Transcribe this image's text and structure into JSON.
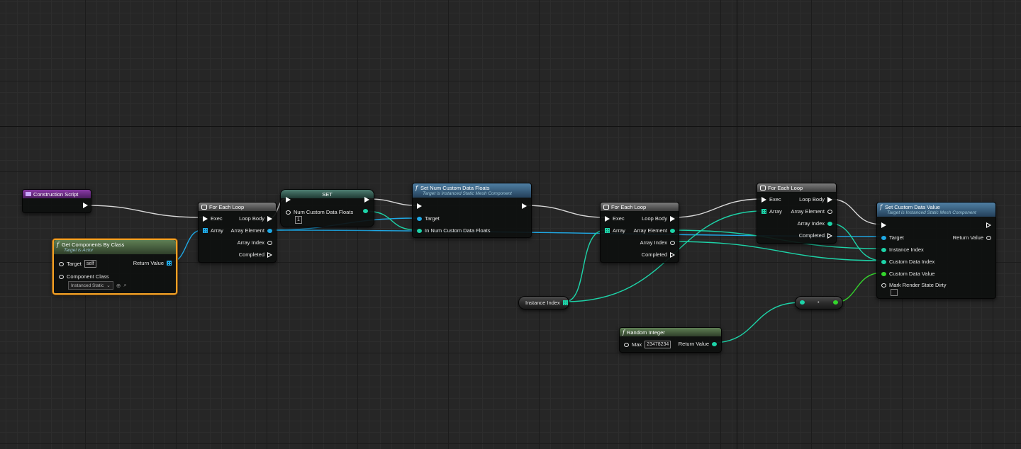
{
  "nodes": {
    "construction_script": {
      "title": "Construction Script"
    },
    "get_components": {
      "title": "Get Components By Class",
      "subtitle": "Target is Actor",
      "target_label": "Target",
      "target_value": "self",
      "component_class_label": "Component Class",
      "component_class_value": "Instanced Static",
      "return_label": "Return Value"
    },
    "foreach1": {
      "title": "For Each Loop",
      "exec": "Exec",
      "loop_body": "Loop Body",
      "array": "Array",
      "array_element": "Array Element",
      "array_index": "Array Index",
      "completed": "Completed"
    },
    "set_node": {
      "title": "SET",
      "pin_label": "Num Custom Data Floats",
      "pin_value": "1"
    },
    "set_num_custom": {
      "title": "Set Num Custom Data Floats",
      "subtitle": "Target is Instanced Static Mesh Component",
      "target": "Target",
      "in_num": "In Num Custom Data Floats"
    },
    "foreach2": {
      "title": "For Each Loop",
      "exec": "Exec",
      "loop_body": "Loop Body",
      "array": "Array",
      "array_element": "Array Element",
      "array_index": "Array Index",
      "completed": "Completed"
    },
    "foreach3": {
      "title": "For Each Loop",
      "exec": "Exec",
      "loop_body": "Loop Body",
      "array": "Array",
      "array_element": "Array Element",
      "array_index": "Array Index",
      "completed": "Completed"
    },
    "set_custom_data": {
      "title": "Set Custom Data Value",
      "subtitle": "Target is Instanced Static Mesh Component",
      "target": "Target",
      "return": "Return Value",
      "instance_index": "Instance Index",
      "custom_data_index": "Custom Data Index",
      "custom_data_value": "Custom Data Value",
      "mark_dirty": "Mark Render State Dirty"
    },
    "instance_index_var": {
      "label": "Instance Index"
    },
    "random_integer": {
      "title": "Random Integer",
      "max_label": "Max",
      "max_value": "23478234",
      "return": "Return Value"
    }
  },
  "colors": {
    "exec": "#ffffff",
    "int": "#1dd3a8",
    "object": "#1fa9e6",
    "float": "#34d52c",
    "bool": "#c01818",
    "class": "#7a35c8",
    "selected": "#f2a126"
  }
}
